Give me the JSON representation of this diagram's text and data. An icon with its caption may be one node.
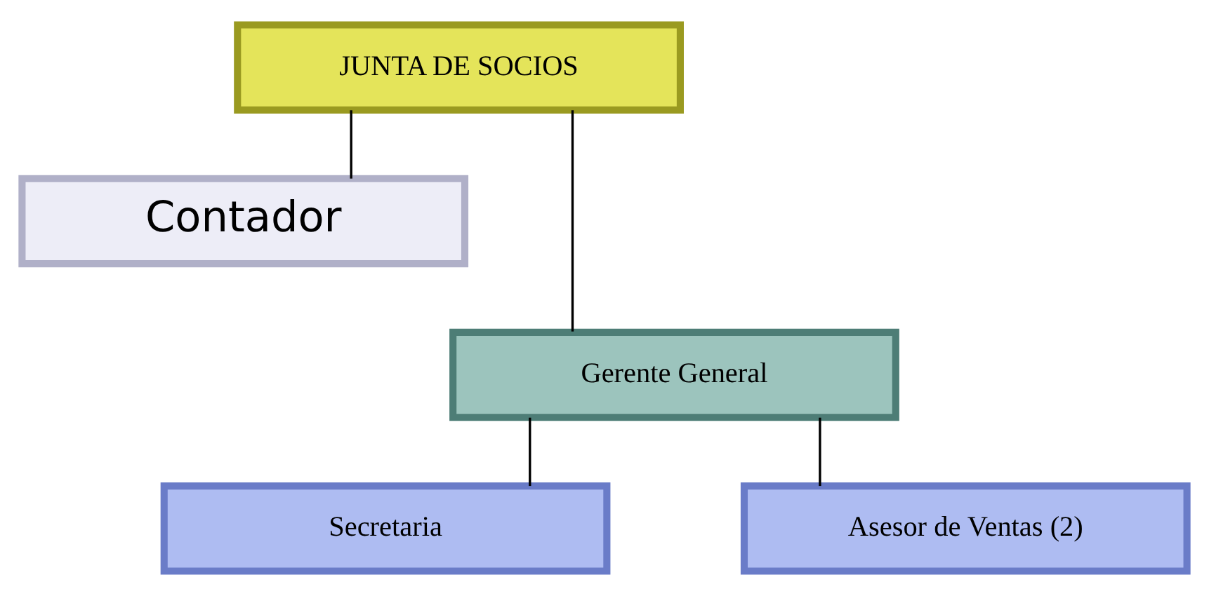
{
  "diagram": {
    "nodes": [
      {
        "text": [
          "JUNTA DE SOCIOS"
        ]
      },
      {
        "text": [
          "Contador"
        ]
      },
      {
        "text": [
          "Gerente General"
        ]
      },
      {
        "text": [
          "Secretaria"
        ]
      },
      {
        "text": [
          "Asesor de Ventas (2)"
        ]
      }
    ],
    "edges": [
      {
        "from": 0,
        "to": 1,
        "arrow": "none"
      },
      {
        "from": 0,
        "to": 2,
        "arrow": "none"
      },
      {
        "from": 2,
        "to": 3,
        "arrow": "none"
      },
      {
        "from": 2,
        "to": 4,
        "arrow": "none"
      }
    ]
  }
}
